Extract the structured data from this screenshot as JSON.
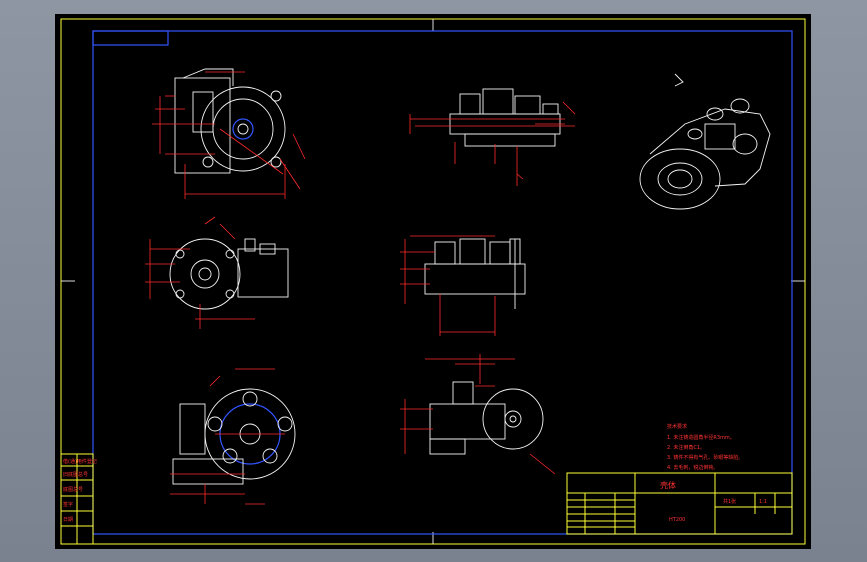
{
  "drawing": {
    "tech_requirements_title": "技术要求",
    "tech_requirements": [
      "1. 未注铸造圆角半径R3mm。",
      "2. 未注倒角C1。",
      "3. 铸件不得有气孔、砂眼等缺陷。",
      "4. 去毛刺，锐边倒钝。"
    ],
    "title_block": {
      "part_name": "壳体",
      "material": "HT200",
      "ratio": "1:1",
      "sheet": "共1张"
    },
    "left_strip": [
      "借(通)用件登记",
      "旧底图总号",
      "底图总号",
      "签字",
      "日期"
    ]
  },
  "colors": {
    "background": "#000000",
    "frame": "#ffff33",
    "inner_frame": "#3355ff",
    "dimension": "#ff2a2a",
    "geometry": "#f4f4f4"
  }
}
